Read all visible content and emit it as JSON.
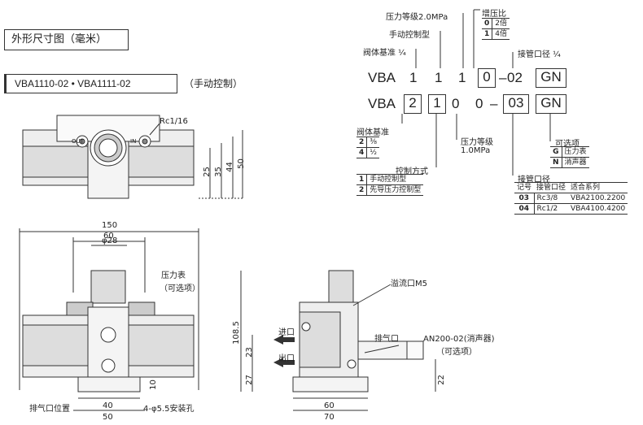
{
  "heading": "外形尺寸图（毫米）",
  "model": "VBA1110-02 • VBA1111-02",
  "model_note": "（手动控制）",
  "code1": {
    "prefix": "VBA",
    "d1": "1",
    "d2": "1",
    "d3": "1",
    "d4": "0",
    "dash": "–",
    "port": "02",
    "opt": "GN",
    "labels": {
      "base": "阀体基准 ¼",
      "manual": "手动控制型",
      "pressure": "压力等级2.0MPa",
      "ratio": "增压比",
      "port": "接管口径 ¼"
    },
    "ratio_table": [
      {
        "k": "0",
        "v": "2倍"
      },
      {
        "k": "1",
        "v": "4倍"
      }
    ]
  },
  "code2": {
    "prefix": "VBA",
    "d1": "2",
    "d2": "1",
    "d3": "0",
    "d4": "0",
    "dash": "–",
    "port": "03",
    "opt": "GN",
    "base_label": "阀体基准",
    "base_table": [
      {
        "k": "2",
        "v": "³⁄₈"
      },
      {
        "k": "4",
        "v": "½"
      }
    ],
    "pressure_label": "压力等级",
    "pressure_value": "1.0MPa",
    "control_label": "控制方式",
    "control_table": [
      {
        "k": "1",
        "v": "手动控制型"
      },
      {
        "k": "2",
        "v": "先导压力控制型"
      }
    ],
    "option_label": "可选项",
    "option_table": [
      {
        "k": "G",
        "v": "压力表"
      },
      {
        "k": "N",
        "v": "消声器"
      }
    ],
    "port_label": "接管口径",
    "port_table": {
      "headers": [
        "记号",
        "接管口径",
        "适合系列"
      ],
      "rows": [
        [
          "03",
          "Rc3/8",
          "VBA2100.2200"
        ],
        [
          "04",
          "Rc1/2",
          "VBA4100.4200"
        ]
      ]
    }
  },
  "top_view": {
    "rc": "Rc1/16",
    "out": "OUT",
    "in": "IN",
    "dims": [
      "25",
      "35",
      "44",
      "50"
    ]
  },
  "front_view": {
    "dims": [
      "150",
      "60",
      "φ28",
      "10",
      "40",
      "50"
    ],
    "gauge_label": "压力表",
    "gauge_note": "（可选项）",
    "exhaust_pos": "排气口位置",
    "mount_holes": "4-φ5.5安装孔"
  },
  "side_view": {
    "overflow": "溢流口M5",
    "inlet": "进口",
    "outlet": "出口",
    "exhaust": "排气口",
    "silencer": "AN200-02(消声器)",
    "silencer_note": "（可选项）",
    "dims": [
      "108.5",
      "23",
      "27",
      "22",
      "60",
      "70"
    ]
  }
}
